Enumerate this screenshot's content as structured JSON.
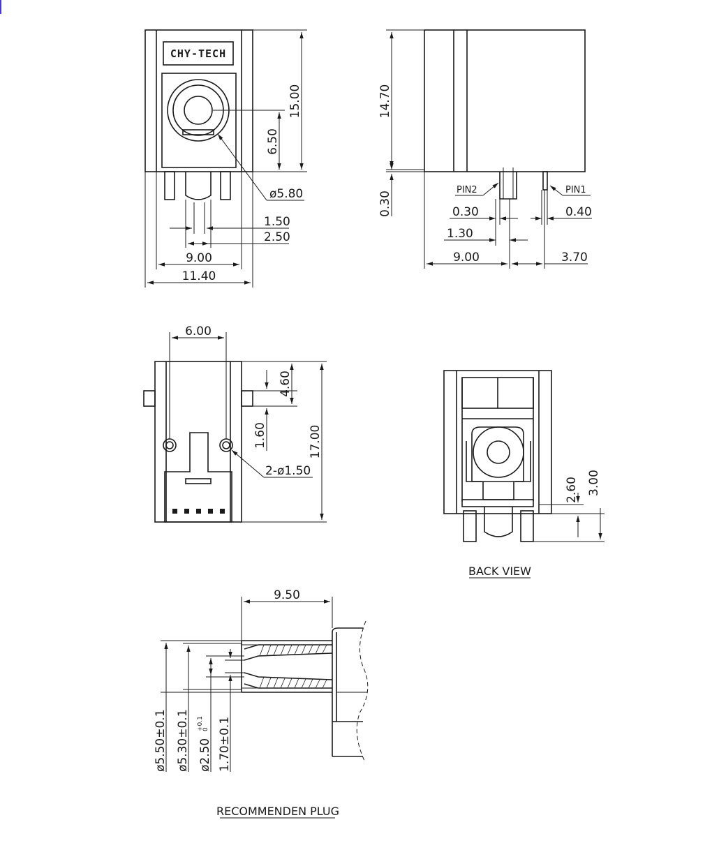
{
  "brand": "CHY-TECH",
  "front_view": {
    "dims": [
      "15.00",
      "6.50",
      "ø5.80",
      "1.50",
      "2.50",
      "9.00",
      "11.40"
    ]
  },
  "side_view": {
    "dims": [
      "14.70",
      "0.30",
      "0.30",
      "0.40",
      "1.30",
      "9.00",
      "3.70"
    ],
    "pin_labels": [
      "PIN2",
      "PIN1"
    ]
  },
  "bottom_view": {
    "dims": [
      "6.00",
      "4.60",
      "1.60",
      "17.00",
      "2-ø1.50"
    ]
  },
  "back_view": {
    "caption": "BACK VIEW",
    "dims": [
      "2.60",
      "3.00"
    ]
  },
  "plug": {
    "caption": "RECOMMENDEN PLUG",
    "top_dim": "9.50",
    "dims": [
      "ø5.50±0.1",
      "ø5.30±0.1",
      "ø2.50",
      "1.70±0.1"
    ],
    "tol_upper": "+0.1",
    "tol_lower": "0"
  },
  "colors": {
    "line": "#1a1a1a",
    "background": "#ffffff",
    "edge_marker": "#4a3cc8"
  }
}
